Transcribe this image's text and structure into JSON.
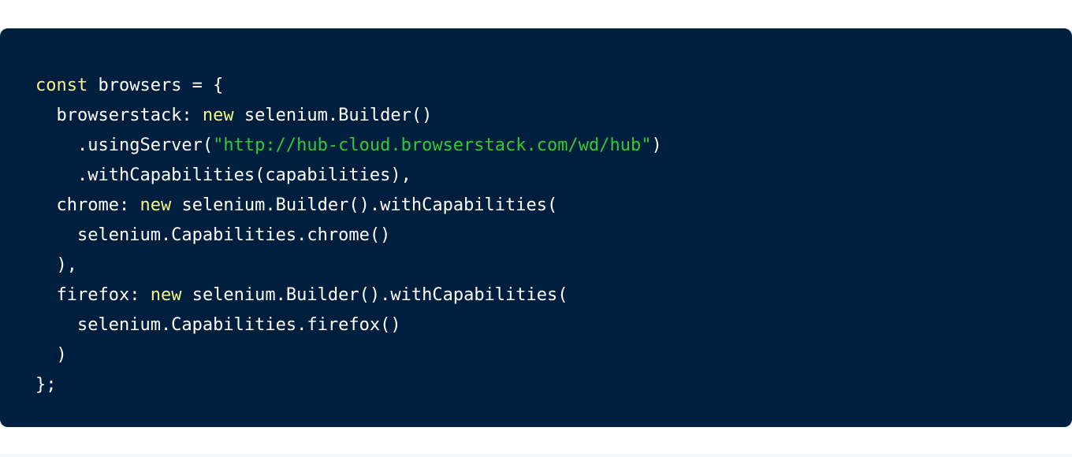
{
  "code_block": {
    "background": "#001f3f",
    "colors": {
      "plain": "#ffffff",
      "keyword": "#f7f38a",
      "string": "#34c934"
    },
    "lines": [
      [
        {
          "t": "keyword",
          "v": "const"
        },
        {
          "t": "plain",
          "v": " browsers = {"
        }
      ],
      [
        {
          "t": "plain",
          "v": "  browserstack: "
        },
        {
          "t": "keyword",
          "v": "new"
        },
        {
          "t": "plain",
          "v": " selenium.Builder()"
        }
      ],
      [
        {
          "t": "plain",
          "v": "    .usingServer("
        },
        {
          "t": "string",
          "v": "\"http://hub-cloud.browserstack.com/wd/hub\""
        },
        {
          "t": "plain",
          "v": ")"
        }
      ],
      [
        {
          "t": "plain",
          "v": "    .withCapabilities(capabilities),"
        }
      ],
      [
        {
          "t": "plain",
          "v": "  chrome: "
        },
        {
          "t": "keyword",
          "v": "new"
        },
        {
          "t": "plain",
          "v": " selenium.Builder().withCapabilities("
        }
      ],
      [
        {
          "t": "plain",
          "v": "    selenium.Capabilities.chrome()"
        }
      ],
      [
        {
          "t": "plain",
          "v": "  ),"
        }
      ],
      [
        {
          "t": "plain",
          "v": "  firefox: "
        },
        {
          "t": "keyword",
          "v": "new"
        },
        {
          "t": "plain",
          "v": " selenium.Builder().withCapabilities("
        }
      ],
      [
        {
          "t": "plain",
          "v": "    selenium.Capabilities.firefox()"
        }
      ],
      [
        {
          "t": "plain",
          "v": "  )"
        }
      ],
      [
        {
          "t": "plain",
          "v": "};"
        }
      ]
    ]
  }
}
